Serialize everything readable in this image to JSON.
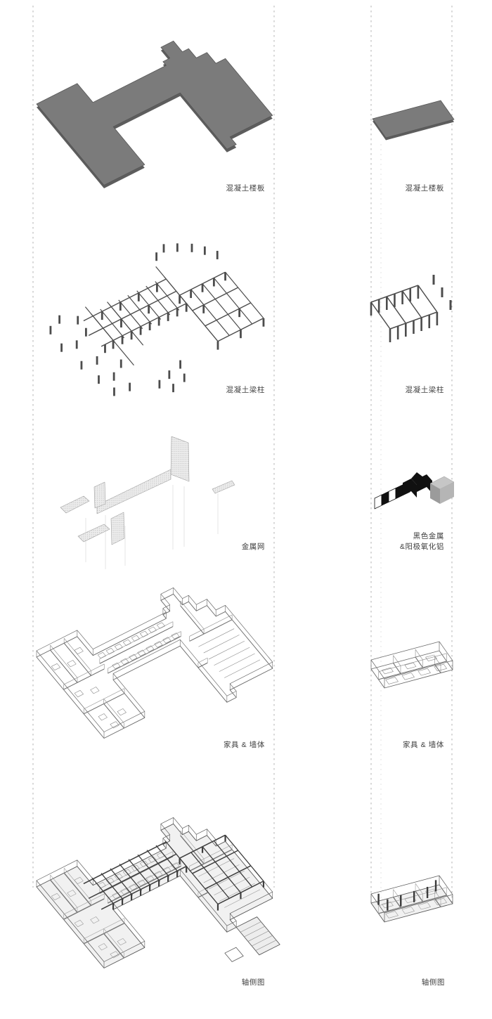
{
  "diagram": {
    "title": "exploded-axonometric-building-diagram",
    "columns": [
      {
        "id": "left",
        "layers": [
          {
            "name": "concrete-slab",
            "label": "混凝土楼板"
          },
          {
            "name": "concrete-frame",
            "label": "混凝土梁柱"
          },
          {
            "name": "metal-mesh",
            "label": "金属网"
          },
          {
            "name": "furniture-walls",
            "label": "家具 & 墙体"
          },
          {
            "name": "axonometric",
            "label": "轴侧图"
          }
        ]
      },
      {
        "id": "right",
        "layers": [
          {
            "name": "concrete-slab",
            "label": "混凝土楼板"
          },
          {
            "name": "concrete-frame",
            "label": "混凝土梁柱"
          },
          {
            "name": "black-metal-anodized-aluminum",
            "label": "黑色金属",
            "label2": "&阳极氧化铝"
          },
          {
            "name": "furniture-walls",
            "label": "家具 & 墙体"
          },
          {
            "name": "axonometric",
            "label": "轴侧图"
          }
        ]
      }
    ]
  },
  "colors": {
    "slab": "#7b7b7b",
    "slab_side": "#5d5d5d",
    "slab_edge": "#555555",
    "structure": "#4c4c4c",
    "line": "#6a6a6a",
    "line_light": "#8a8a8a",
    "mesh_edge": "#9e9e9e",
    "wall_fill": "#f1f1f1",
    "black_metal": "#111111",
    "gray_metal": "#b5b5b5",
    "label": "#3f3f3f",
    "guide": "#ababab"
  }
}
